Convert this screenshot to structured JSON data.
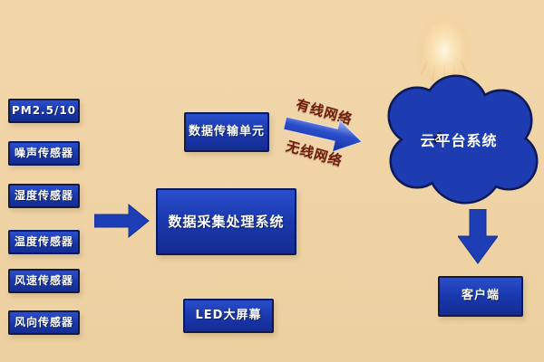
{
  "diagram_type": "flow-diagram",
  "colors": {
    "background": "#efd3a5",
    "node_fill": "#1b3ab0",
    "node_border": "#0e1a55",
    "node_text": "#ffffff",
    "network_label_text": "#6f1c0c",
    "arrow_fill": "#1e3eb5",
    "glow": "#ffe9c4"
  },
  "sensors": [
    "PM2.5/10",
    "噪声传感器",
    "湿度传感器",
    "温度传感器",
    "风速传感器",
    "风向传感器"
  ],
  "nodes": {
    "dtu": "数据传输单元",
    "processing": "数据采集处理系统",
    "led": "LED大屏幕",
    "cloud": "云平台系统",
    "client": "客户端"
  },
  "network_labels": {
    "wired": "有线网络",
    "wireless": "无线网络"
  },
  "icons": {
    "flow_arrow_right": "arrow-right",
    "network_arrow": "arrow-right",
    "cloud_to_client_arrow": "arrow-down",
    "cloud_shape": "cloud",
    "light_glow": "glow"
  }
}
